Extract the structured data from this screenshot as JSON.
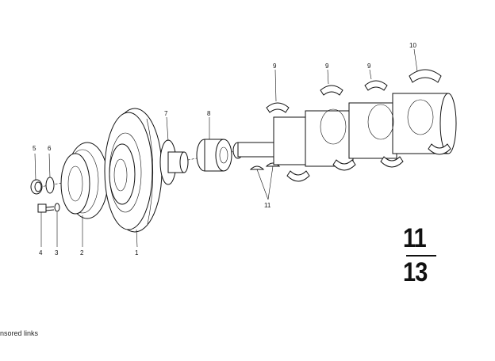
{
  "callouts": [
    {
      "id": "part-1",
      "label": "1"
    },
    {
      "id": "part-2",
      "label": "2"
    },
    {
      "id": "part-3",
      "label": "3"
    },
    {
      "id": "part-4",
      "label": "4"
    },
    {
      "id": "part-5",
      "label": "5"
    },
    {
      "id": "part-6",
      "label": "6"
    },
    {
      "id": "part-7",
      "label": "7"
    },
    {
      "id": "part-8",
      "label": "8"
    },
    {
      "id": "part-9a",
      "label": "9"
    },
    {
      "id": "part-9b",
      "label": "9"
    },
    {
      "id": "part-9c",
      "label": "9"
    },
    {
      "id": "part-10",
      "label": "10"
    },
    {
      "id": "part-11",
      "label": "11"
    }
  ],
  "diagram_code": {
    "top": "11",
    "bottom": "13"
  },
  "footer": {
    "sponsored_text": "nsored links"
  }
}
